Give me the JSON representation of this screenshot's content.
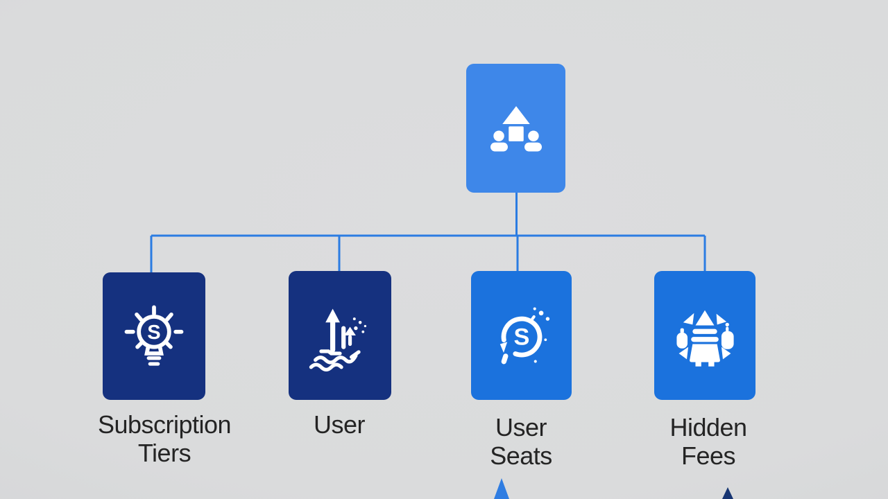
{
  "diagram": {
    "description": "pricing structure hierarchy chart",
    "root": {
      "icon": "house-people-icon",
      "color": "#3e87e9"
    },
    "children": [
      {
        "label": "Subscription Tiers",
        "icon": "dollar-lightbulb-icon",
        "icon_letter": "S",
        "color": "#15317f"
      },
      {
        "label": "User",
        "icon": "growth-arrows-waves-icon",
        "color": "#15317f"
      },
      {
        "label": "User Seats",
        "icon": "dollar-cycle-icon",
        "icon_letter": "S",
        "color": "#1b72dd"
      },
      {
        "label": "Hidden Fees",
        "icon": "fees-bundle-icon",
        "color": "#1b72dd"
      }
    ],
    "colors": {
      "background": "#dadbdc",
      "connector": "#2b7ce2",
      "text": "#242424",
      "icon": "#ffffff",
      "bottom_peak_bright": "#2f7de2",
      "bottom_peak_dark": "#173572"
    }
  }
}
